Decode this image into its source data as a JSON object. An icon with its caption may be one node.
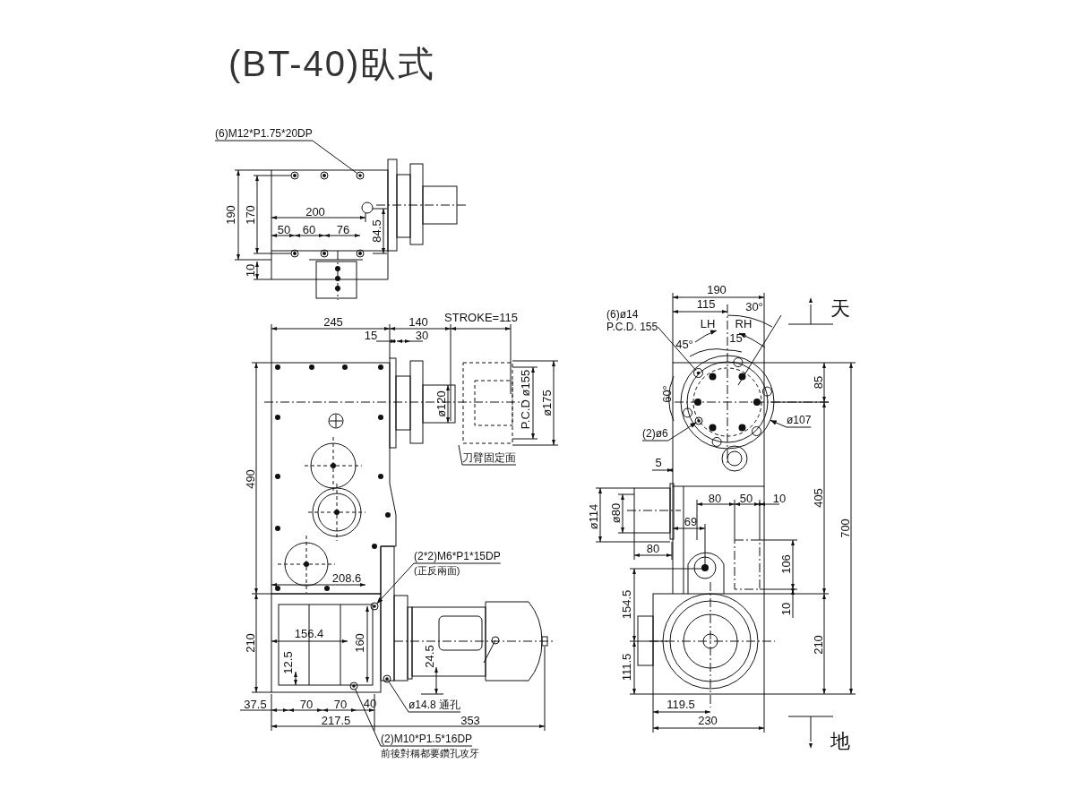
{
  "diagram": {
    "title": "(BT-40)臥式",
    "nodes": [
      {
        "text": [
          "(6)M12*P1.75*20DP"
        ]
      },
      {
        "text": [
          "刀臂固定面"
        ]
      },
      {
        "text": [
          "(2*2)M6*P1*15DP",
          "(正反兩面)"
        ]
      },
      {
        "text": [
          "ø14.8 通孔"
        ]
      },
      {
        "text": [
          "(2)M10*P1.5*16DP",
          "前後對稱都要鑽孔攻牙"
        ]
      },
      {
        "text": [
          "(6)ø14",
          "P.C.D. 155"
        ]
      },
      {
        "text": [
          "(2)ø6"
        ]
      },
      {
        "text": [
          "ø107"
        ]
      },
      {
        "text": [],
        "shape": "circle"
      },
      {
        "text": [],
        "shape": "circle"
      },
      {
        "text": [],
        "shape": "circle"
      },
      {
        "text": [],
        "shape": "circle"
      },
      {
        "text": [],
        "shape": "circle"
      },
      {
        "text": [],
        "shape": "circle",
        "in": 12
      },
      {
        "text": [],
        "shape": "circle",
        "in": 12
      }
    ],
    "edges": [
      {
        "from": 0,
        "to": 9,
        "arrow": "none"
      },
      {
        "from": 1,
        "to": null,
        "arrow": "none"
      },
      {
        "from": 2,
        "to": 10,
        "arrow": "to"
      },
      {
        "from": 3,
        "to": 11,
        "arrow": "none"
      },
      {
        "from": 4,
        "to": 8,
        "arrow": "none"
      },
      {
        "from": 5,
        "to": 13,
        "arrow": "none"
      },
      {
        "from": 6,
        "to": 14,
        "arrow": "to"
      },
      {
        "from": 7,
        "to": 12,
        "arrow": "to"
      }
    ],
    "labels": [
      "190",
      "170",
      "200",
      "50",
      "60",
      "76",
      "84.5",
      "10",
      "245",
      "140",
      "STROKE=115",
      "15",
      "30",
      "ø120",
      "P.C.D ø155",
      "ø175",
      "490",
      "208.6",
      "210",
      "156.4",
      "160",
      "12.5",
      "24.5",
      "37.5",
      "70",
      "70",
      "40",
      "217.5",
      "353",
      "190",
      "115",
      "30°",
      "LH",
      "RH",
      "45°",
      "15°",
      "60°",
      "85",
      "5",
      "ø114",
      "ø80",
      "80",
      "50",
      "10",
      "69",
      "80",
      "106",
      "10",
      "405",
      "700",
      "154.5",
      "111.5",
      "210",
      "119.5",
      "230",
      "天",
      "地"
    ]
  }
}
